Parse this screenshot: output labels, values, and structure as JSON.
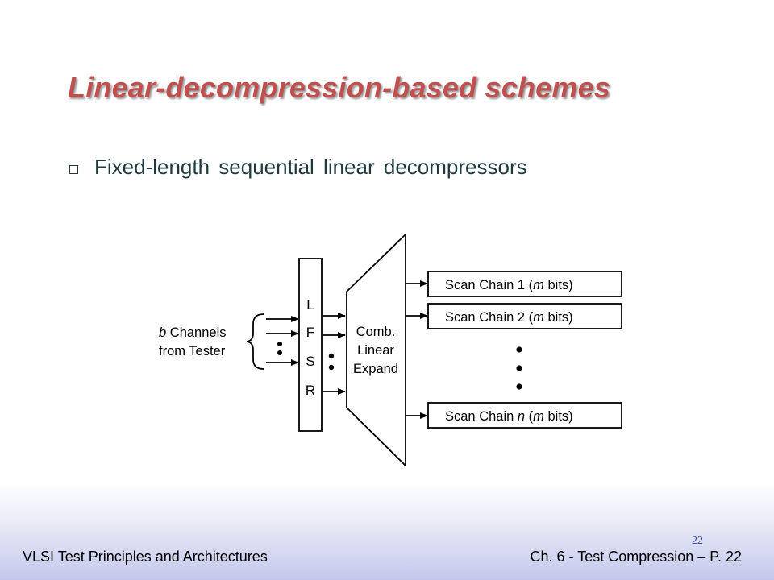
{
  "slide": {
    "title": "Linear-decompression-based schemes",
    "bullet": "Fixed-length sequential linear decompressors"
  },
  "diagram": {
    "input_label_line1": "b Channels",
    "input_label_line2": "from Tester",
    "lfsr_letters": [
      "L",
      "F",
      "S",
      "R"
    ],
    "expander_label": [
      "Comb.",
      "Linear",
      "Expand"
    ],
    "scan_chains": [
      "Scan Chain 1 (m bits)",
      "Scan Chain 2 (m bits)",
      "Scan Chain n (m bits)"
    ]
  },
  "footer": {
    "left": "VLSI Test Principles and Architectures",
    "right": "Ch. 6 - Test Compression – P. 22",
    "page_number": "22"
  },
  "colors": {
    "title": "#c0504d",
    "body_text": "#1f3a3d",
    "page_number": "#3a4cb0"
  }
}
